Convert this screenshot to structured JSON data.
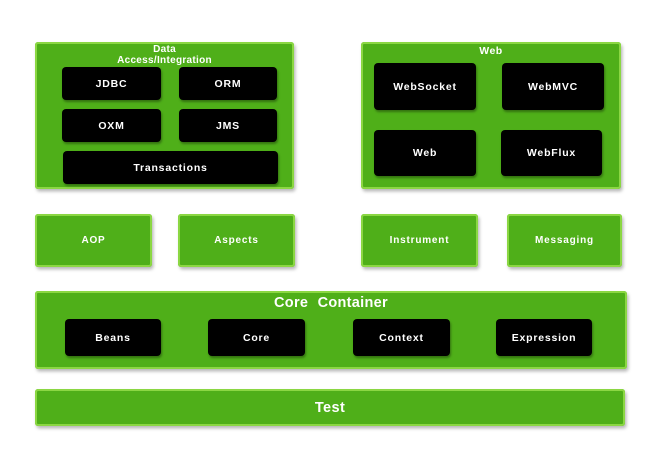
{
  "palette": {
    "background": "#FFFFFF",
    "green_fill": "#4FAF19",
    "green_border": "#8BD743",
    "module_bg": "#000000",
    "text": "#FFFFFF"
  },
  "containers": {
    "data_access": {
      "title_line1": "Data",
      "title_line2": "Access/Integration",
      "modules": [
        "JDBC",
        "ORM",
        "OXM",
        "JMS",
        "Transactions"
      ]
    },
    "web": {
      "title": "Web",
      "modules": [
        "WebSocket",
        "WebMVC",
        "Web",
        "WebFlux"
      ]
    },
    "standalone_modules": [
      "AOP",
      "Aspects",
      "Instrument",
      "Messaging"
    ],
    "core_container": {
      "title": "Core Container",
      "modules": [
        "Beans",
        "Core",
        "Context",
        "Expression"
      ]
    },
    "test": {
      "title": "Test"
    }
  }
}
